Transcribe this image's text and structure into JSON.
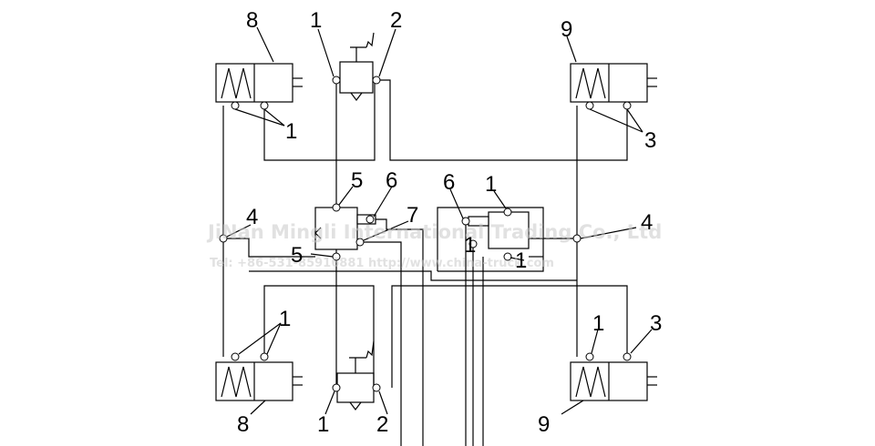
{
  "watermark": {
    "company": "JiNan Mingli International Trading Co., Ltd",
    "contact": "Tel: +86-531-85916881   http://www.china-truck.com"
  },
  "labels": {
    "chamber_tl": "8",
    "chamber_bl": "8",
    "chamber_tr": "9",
    "chamber_br": "9",
    "valve_top_port_l": "1",
    "valve_top_port_r": "2",
    "chamber_tl_ports": "1",
    "chamber_tr_ports": "3",
    "junction_left": "4",
    "junction_right": "4",
    "relay_left_in": "5",
    "relay_left_out": "5",
    "relay_left_6": "6",
    "relay_left_7": "7",
    "relay_right_6": "6",
    "relay_right_1_top": "1",
    "relay_right_1_left": "1",
    "relay_right_1_bottom": "1",
    "chamber_bl_ports": "1",
    "chamber_br_port_1": "1",
    "chamber_br_port_3": "3",
    "valve_bottom_port_l": "1",
    "valve_bottom_port_r": "2"
  }
}
